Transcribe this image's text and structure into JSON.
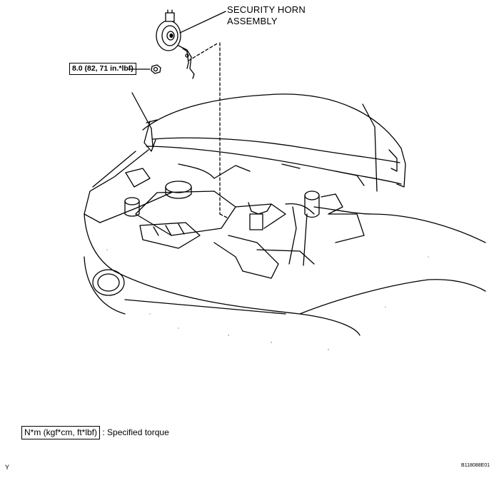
{
  "callout": {
    "title_line1": "SECURITY HORN",
    "title_line2": "ASSEMBLY"
  },
  "torque_spec": {
    "value": "8.0 (82, 71 in.*lbf)"
  },
  "legend": {
    "units": "N*m (kgf*cm, ft*lbf)",
    "description": ": Specified torque"
  },
  "figure_id": "B118088E01",
  "corner_mark": "Y"
}
